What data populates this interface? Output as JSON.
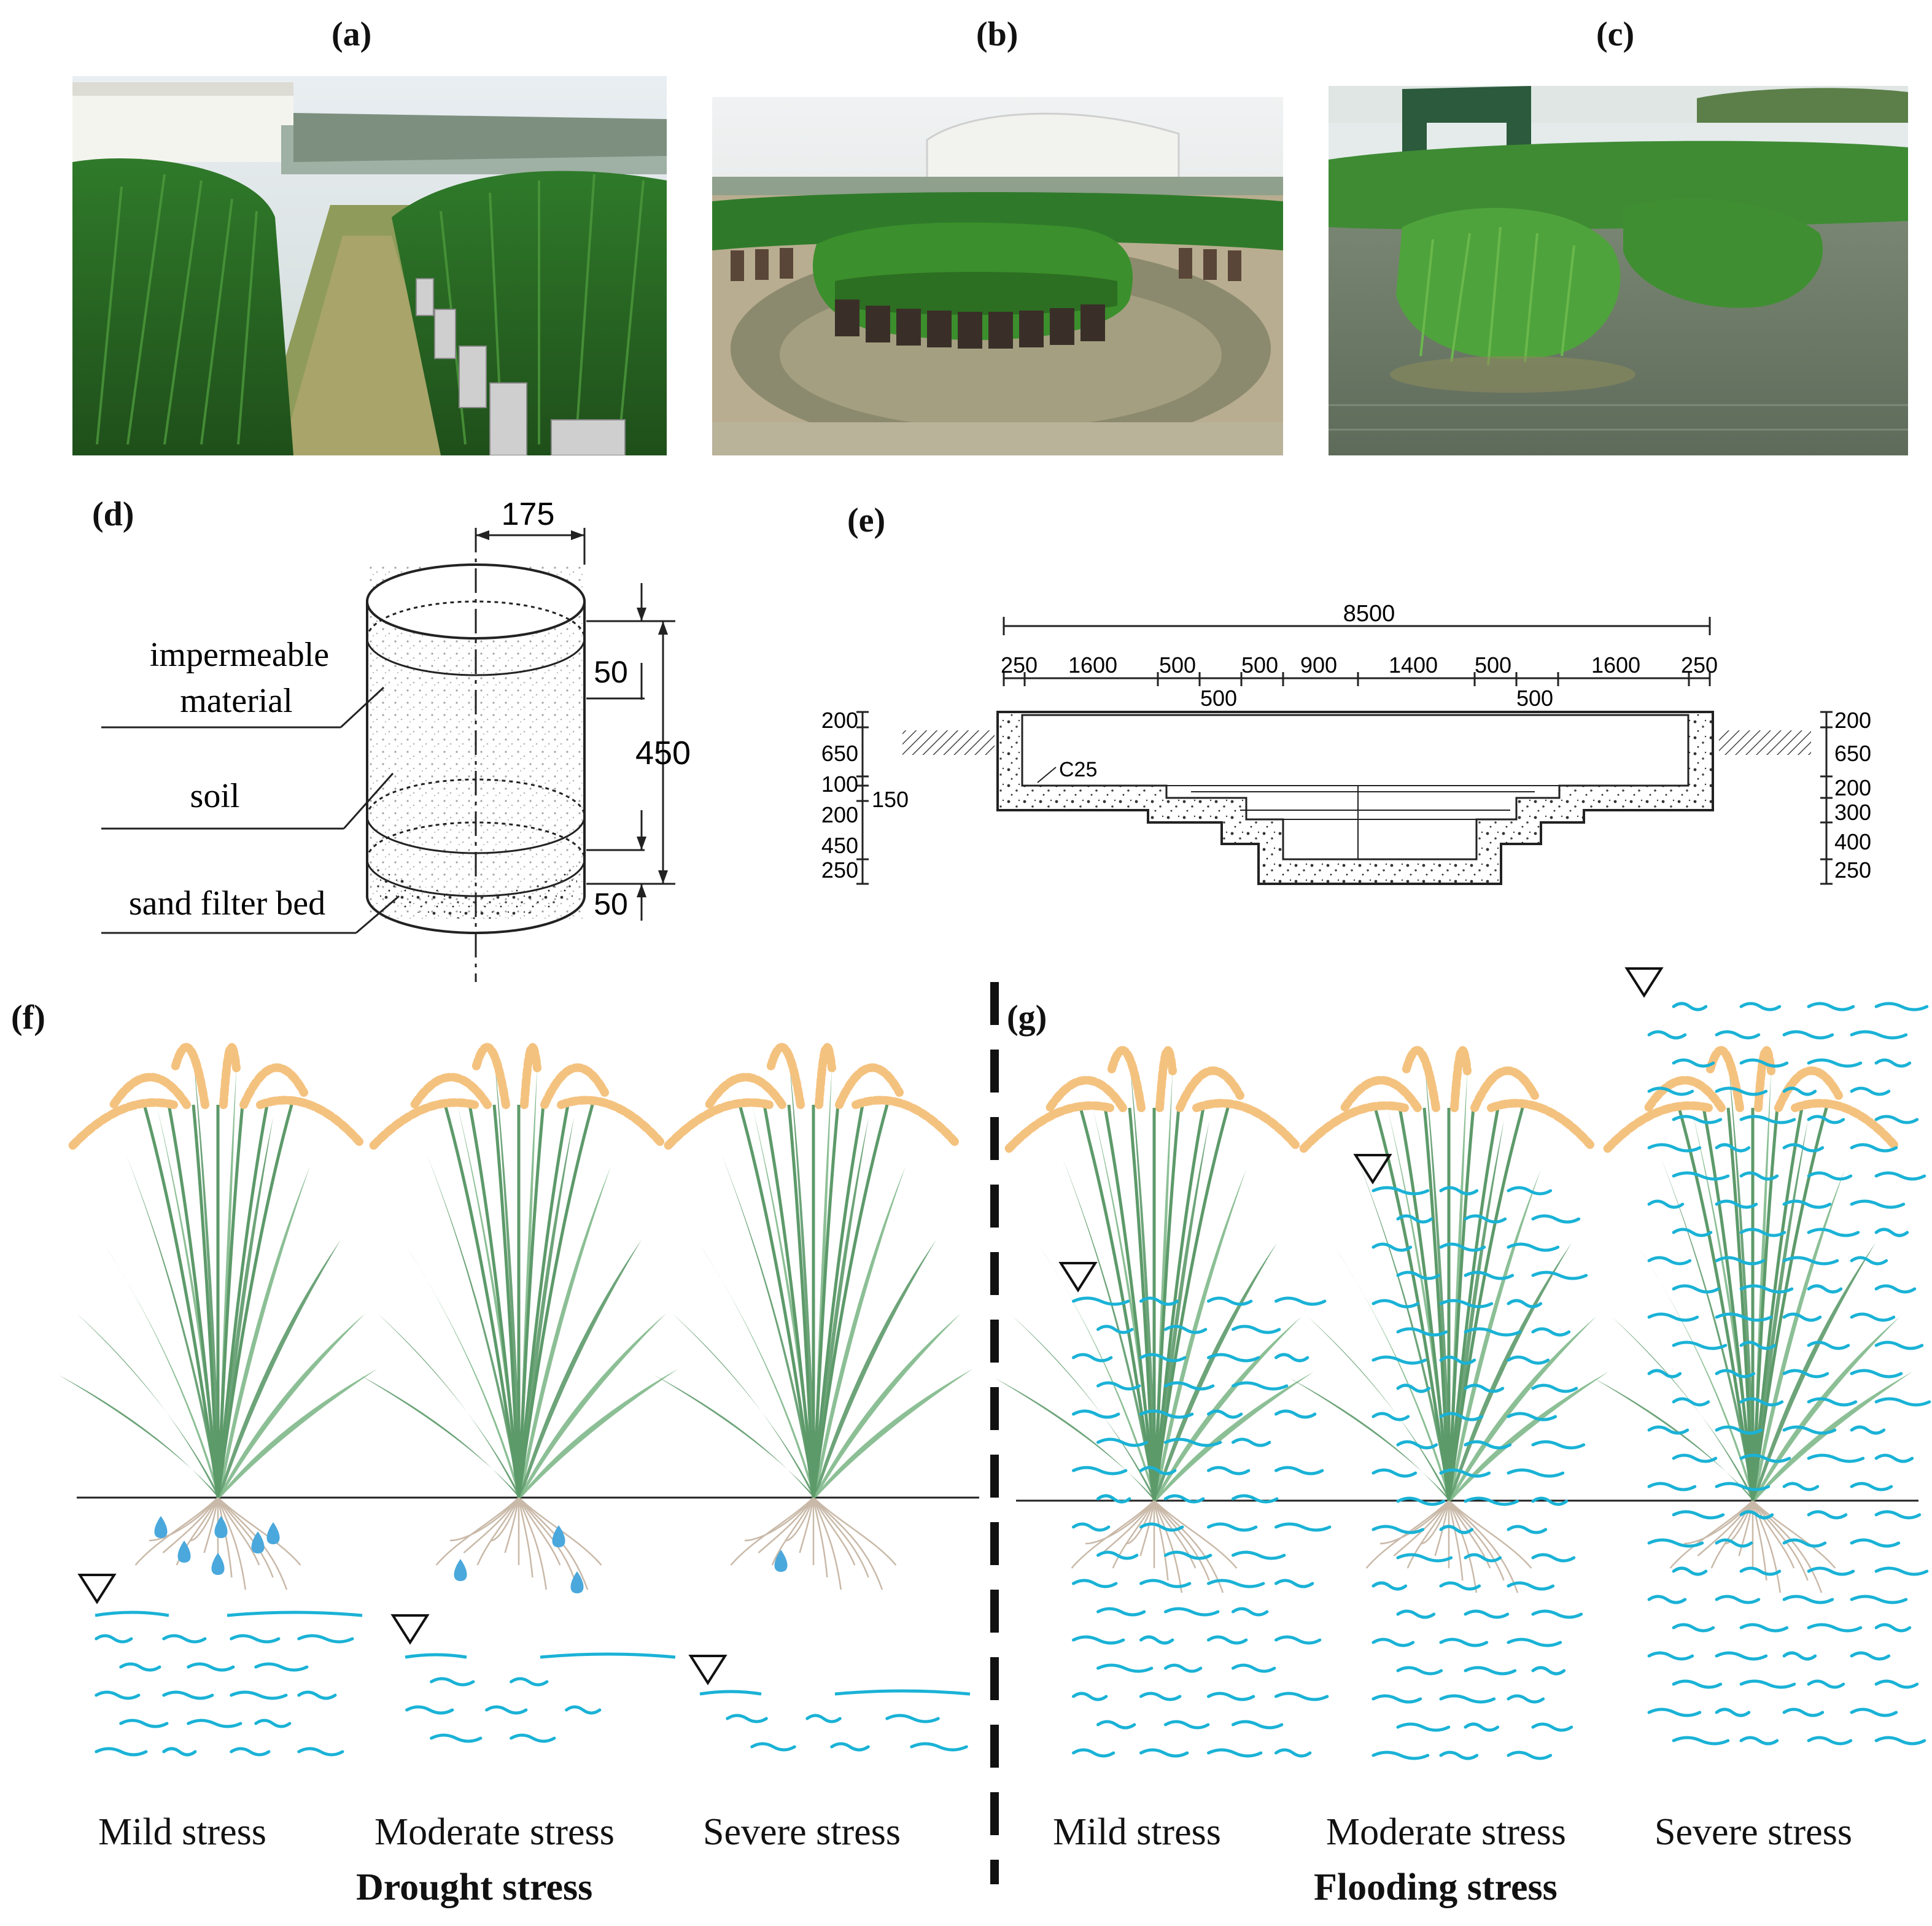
{
  "panels": {
    "a": "(a)",
    "b": "(b)",
    "c": "(c)",
    "d": "(d)",
    "e": "(e)",
    "f": "(f)",
    "g": "(g)"
  },
  "pot": {
    "top_dim": "175",
    "height_dim": "450",
    "top_layer_dim": "50",
    "bottom_layer_dim": "50",
    "labels": [
      "impermeable",
      "material",
      "soil",
      "sand filter bed"
    ]
  },
  "pool": {
    "total_width": "8500",
    "top_segments": [
      "250",
      "1600",
      "500",
      "500",
      "900",
      "1400",
      "500",
      "1600",
      "250"
    ],
    "lower_segments": [
      "500",
      "500"
    ],
    "left_depths": [
      "200",
      "650",
      "100",
      "200",
      "450",
      "250"
    ],
    "left_extra": "150",
    "right_depths": [
      "200",
      "650",
      "200",
      "300",
      "400",
      "250"
    ],
    "material": "C25"
  },
  "stress": {
    "drought_levels": [
      "Mild stress",
      "Moderate stress",
      "Severe stress"
    ],
    "flooding_levels": [
      "Mild stress",
      "Moderate stress",
      "Severe stress"
    ],
    "drought_title": "Drought stress",
    "flooding_title": "Flooding stress"
  },
  "colors": {
    "water": "#1ab2d6",
    "panicle": "#f4c27f",
    "leaf": "#7fb88a",
    "leaf_dark": "#5d9a6a",
    "root": "#c9b9a8",
    "drop": "#4aa8dc"
  }
}
